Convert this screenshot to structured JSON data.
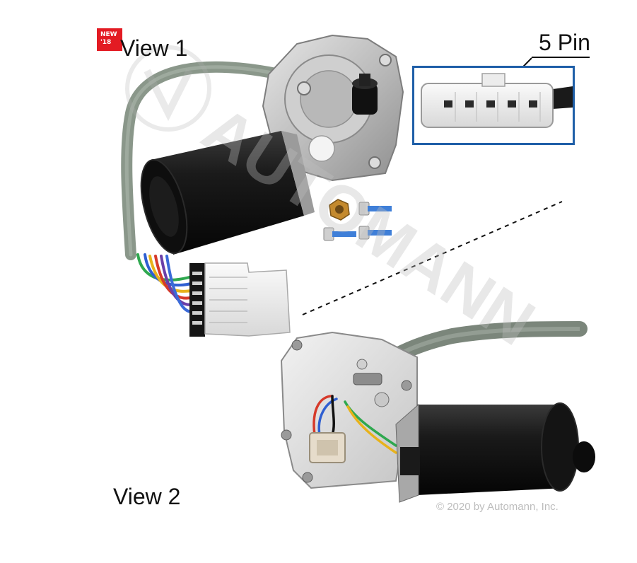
{
  "badge": {
    "line1": "NEW",
    "line2": "'18"
  },
  "labels": {
    "view1": "View 1",
    "view2": "View 2",
    "pin": "5 Pin"
  },
  "copyright": "© 2020 by Automann, Inc.",
  "watermark": "AUTOMANN automann",
  "colors": {
    "badge_red": "#e31b23",
    "inset_border": "#1f5fa8",
    "motor_black": "#141414",
    "gearbox_silver": "#bfbfbf",
    "cable_gray": "#8c9a8c",
    "connector_white": "#ececec"
  }
}
